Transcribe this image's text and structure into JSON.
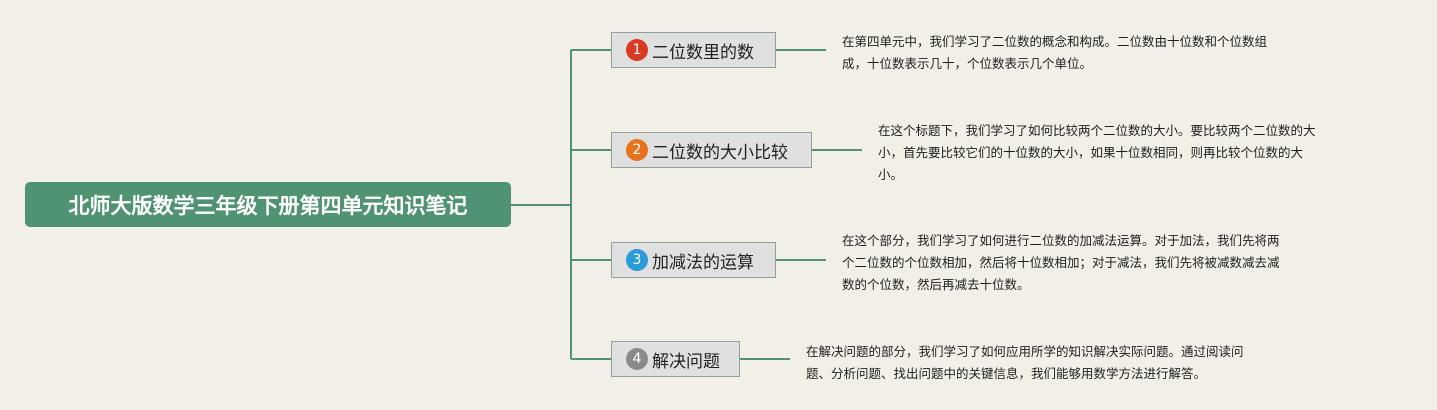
{
  "root": {
    "title": "北师大版数学三年级下册第四单元知识笔记"
  },
  "branches": [
    {
      "number": "1",
      "label": "二位数里的数",
      "color": "#d93a22",
      "note_lines": [
        "在第四单元中，我们学习了二位数的概念和构成。二位数由十位数和个位数组",
        "成，十位数表示几十，个位数表示几个单位。"
      ]
    },
    {
      "number": "2",
      "label": "二位数的大小比较",
      "color": "#e8731c",
      "note_lines": [
        "在这个标题下，我们学习了如何比较两个二位数的大小。要比较两个二位数的大",
        "小，首先要比较它们的十位数的大小，如果十位数相同，则再比较个位数的大",
        "小。"
      ]
    },
    {
      "number": "3",
      "label": "加减法的运算",
      "color": "#2a9ad9",
      "note_lines": [
        "在这个部分，我们学习了如何进行二位数的加减法运算。对于加法，我们先将两",
        "个二位数的个位数相加，然后将十位数相加；对于减法，我们先将被减数减去减",
        "数的个位数，然后再减去十位数。"
      ]
    },
    {
      "number": "4",
      "label": "解决问题",
      "color": "#8a8a8a",
      "note_lines": [
        "在解决问题的部分，我们学习了如何应用所学的知识解决实际问题。通过阅读问",
        "题、分析问题、找出问题中的关键信息，我们能够用数学方法进行解答。"
      ]
    }
  ],
  "colors": {
    "background": "#f2efe6",
    "root_fill": "#4f9373",
    "connector": "#4f9373",
    "branch_fill": "#e0e0e0"
  }
}
